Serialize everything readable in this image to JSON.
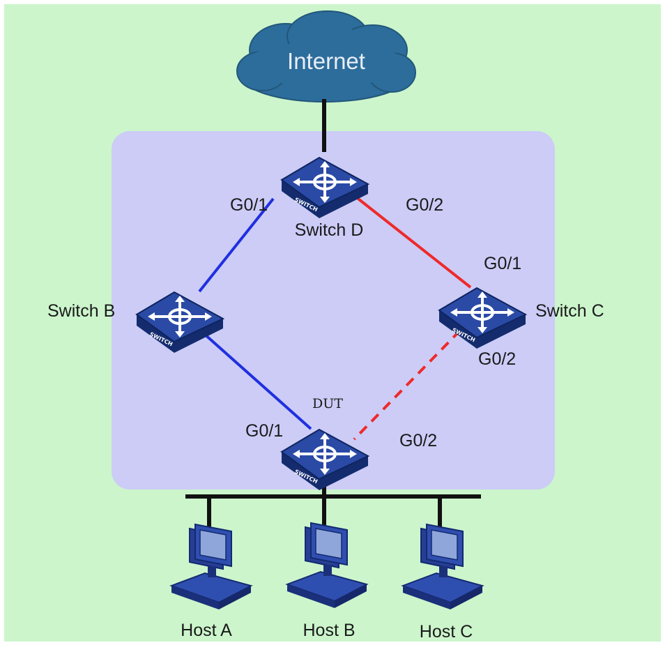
{
  "colors": {
    "background": "#ccf5cc",
    "region": "#ccccf7",
    "cloud": "#2d6d9c",
    "switch_body": "#1d3d8f",
    "link_primary": "#1f2fe0",
    "link_secondary": "#ee2a2a",
    "wire": "#111111",
    "host": "#233a8c"
  },
  "cloud": {
    "label": "Internet",
    "icon": "cloud-icon"
  },
  "switches": {
    "d": {
      "name": "Switch D",
      "port_left": "G0/1",
      "port_right": "G0/2",
      "icon": "switch-icon",
      "badge": "SWITCH"
    },
    "b": {
      "name": "Switch B",
      "icon": "switch-icon",
      "badge": "SWITCH"
    },
    "c": {
      "name": "Switch C",
      "port_top": "G0/1",
      "port_bottom": "G0/2",
      "icon": "switch-icon",
      "badge": "SWITCH"
    },
    "dut": {
      "name": "DUT",
      "port_left": "G0/1",
      "port_right": "G0/2",
      "icon": "switch-icon",
      "badge": "SWITCH"
    }
  },
  "hosts": [
    {
      "name": "Host A",
      "icon": "computer-icon"
    },
    {
      "name": "Host B",
      "icon": "computer-icon"
    },
    {
      "name": "Host C",
      "icon": "computer-icon"
    }
  ]
}
